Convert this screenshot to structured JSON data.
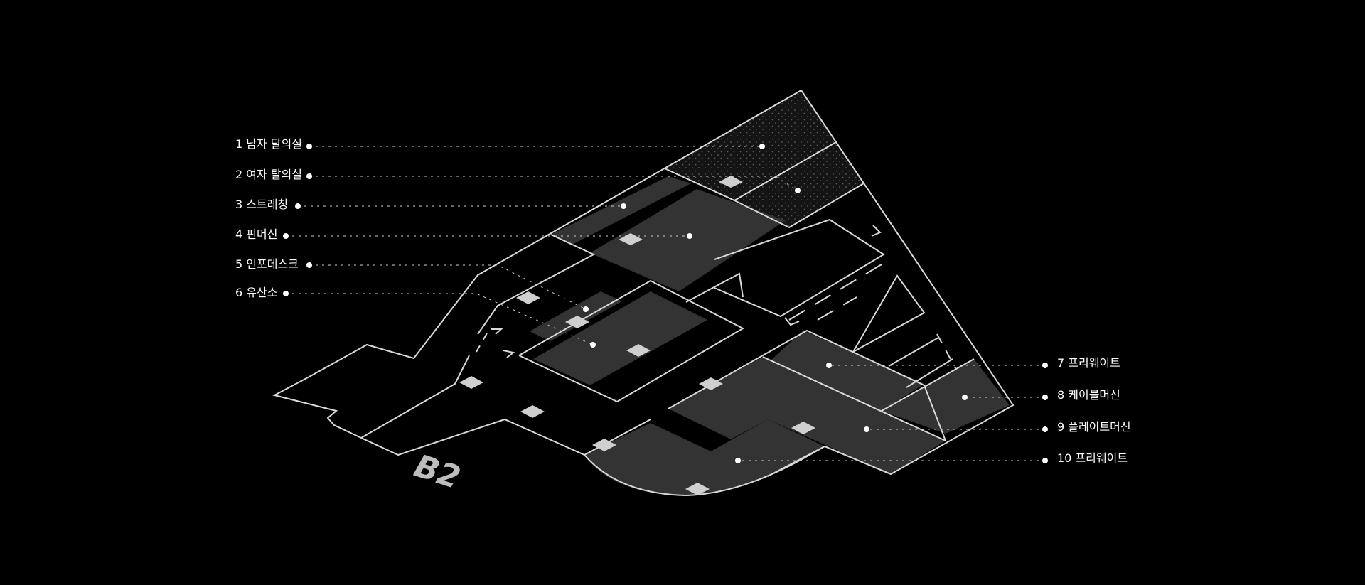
{
  "floor": {
    "level_label": "B2"
  },
  "colors": {
    "background": "#000000",
    "outline": "#d9d9d9",
    "zone_fill": "#333333",
    "marker": "#cfcfcf",
    "text": "#ffffff",
    "leader": "#cccccc"
  },
  "zones": [
    {
      "number": "1",
      "name": "남자 탈의실",
      "label": "1 남자 탈의실",
      "icon": "dot-marker-icon"
    },
    {
      "number": "2",
      "name": "여자 탈의실",
      "label": "2 여자 탈의실",
      "icon": "dot-marker-icon"
    },
    {
      "number": "3",
      "name": "스트레칭",
      "label": "3 스트레칭",
      "icon": "dot-marker-icon"
    },
    {
      "number": "4",
      "name": "핀머신",
      "label": "4 핀머신",
      "icon": "dot-marker-icon"
    },
    {
      "number": "5",
      "name": "인포데스크",
      "label": "5 인포데스크",
      "icon": "dot-marker-icon"
    },
    {
      "number": "6",
      "name": "유산소",
      "label": "6 유산소",
      "icon": "dot-marker-icon"
    },
    {
      "number": "7",
      "name": "프리웨이트",
      "label": "7 프리웨이트",
      "icon": "dot-marker-icon"
    },
    {
      "number": "8",
      "name": "케이블머신",
      "label": "8 케이블머신",
      "icon": "dot-marker-icon"
    },
    {
      "number": "9",
      "name": "플레이트머신",
      "label": "9 플레이트머신",
      "icon": "dot-marker-icon"
    },
    {
      "number": "10",
      "name": "프리웨이트",
      "label": "10 프리웨이트",
      "icon": "dot-marker-icon"
    }
  ]
}
